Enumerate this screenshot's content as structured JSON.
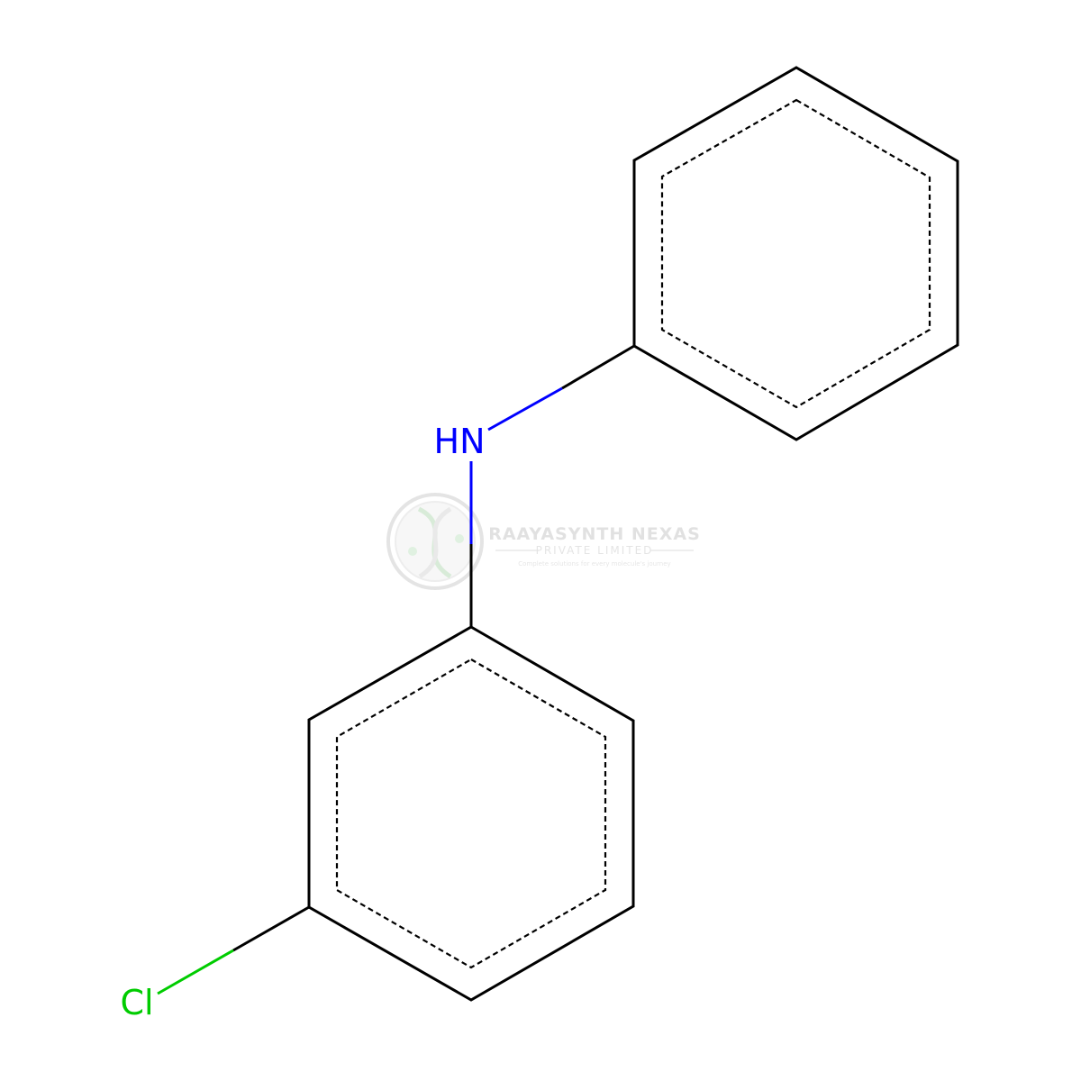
{
  "molecule": {
    "atoms": {
      "nitrogen": {
        "label": "HN",
        "color": "#0000ff"
      },
      "chlorine": {
        "label": "Cl",
        "color": "#00cc00"
      }
    },
    "bond_color": "#000000"
  },
  "watermark": {
    "company": "RAAYASYNTH NEXAS",
    "subtitle": "PRIVATE LIMITED",
    "tagline": "Complete solutions for every molecule's journey",
    "color": "#d0d0d0",
    "accent": "#c8e6c9"
  }
}
